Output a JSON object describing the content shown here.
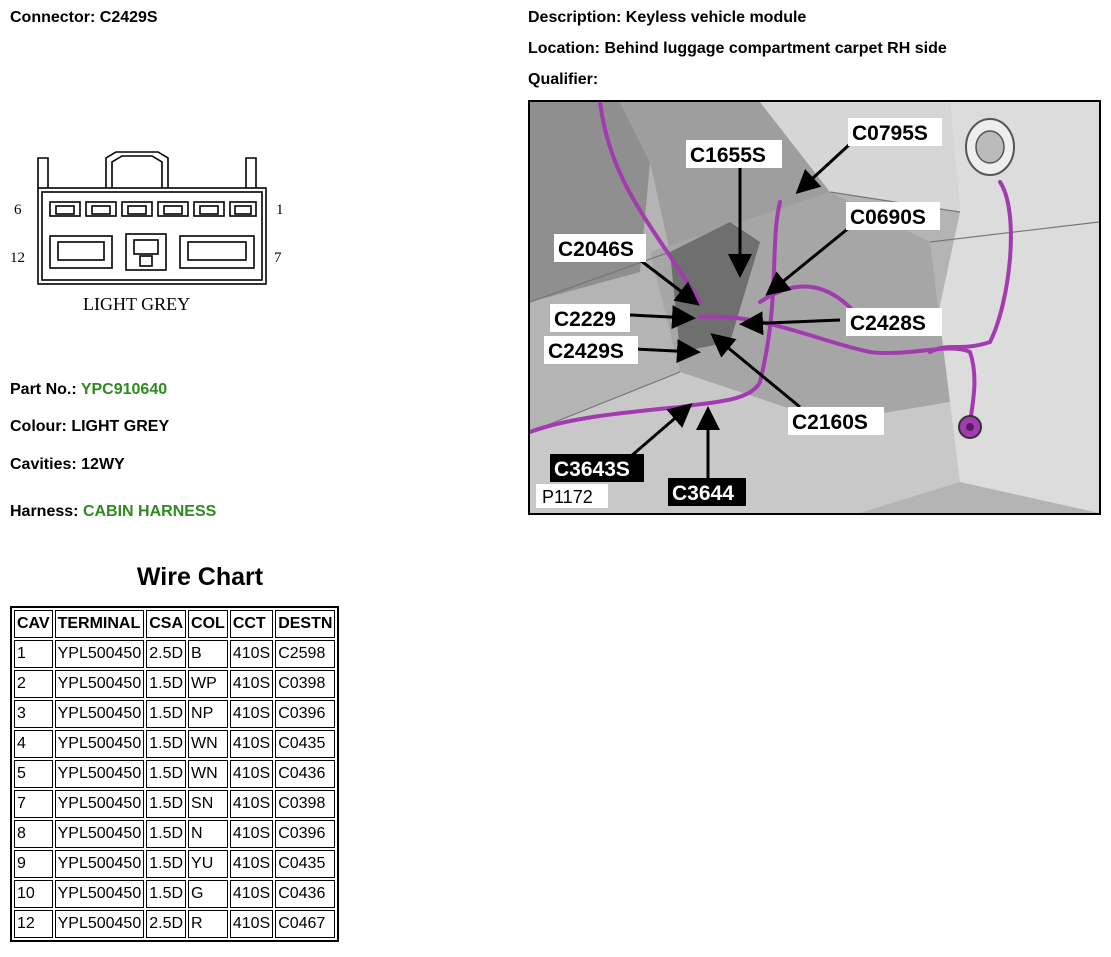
{
  "header": {
    "connector_label": "Connector:",
    "connector_value": "C2429S",
    "description_label": "Description:",
    "description_value": "Keyless vehicle module",
    "location_label": "Location:",
    "location_value": "Behind luggage compartment carpet RH side",
    "qualifier_label": "Qualifier:"
  },
  "connector_view": {
    "pin_top_left": "6",
    "pin_top_right": "1",
    "pin_bottom_left": "12",
    "pin_bottom_right": "7",
    "colour_caption": "LIGHT GREY"
  },
  "details": {
    "part_no_label": "Part No.:",
    "part_no_value": "YPC910640",
    "colour_label": "Colour:",
    "colour_value": "LIGHT GREY",
    "cavities_label": "Cavities:",
    "cavities_value": "12WY",
    "harness_label": "Harness:",
    "harness_value": "CABIN HARNESS"
  },
  "photo": {
    "figure_id": "P1172",
    "callouts": [
      "C0795S",
      "C1655S",
      "C0690S",
      "C2046S",
      "C2229",
      "C2428S",
      "C2429S",
      "C2160S",
      "C3643S",
      "C3644"
    ]
  },
  "wire_chart": {
    "title": "Wire Chart",
    "columns": [
      "CAV",
      "TERMINAL",
      "CSA",
      "COL",
      "CCT",
      "DESTN"
    ],
    "rows": [
      [
        "1",
        "YPL500450",
        "2.5D",
        "B",
        "410S",
        "C2598"
      ],
      [
        "2",
        "YPL500450",
        "1.5D",
        "WP",
        "410S",
        "C0398"
      ],
      [
        "3",
        "YPL500450",
        "1.5D",
        "NP",
        "410S",
        "C0396"
      ],
      [
        "4",
        "YPL500450",
        "1.5D",
        "WN",
        "410S",
        "C0435"
      ],
      [
        "5",
        "YPL500450",
        "1.5D",
        "WN",
        "410S",
        "C0436"
      ],
      [
        "7",
        "YPL500450",
        "1.5D",
        "SN",
        "410S",
        "C0398"
      ],
      [
        "8",
        "YPL500450",
        "1.5D",
        "N",
        "410S",
        "C0396"
      ],
      [
        "9",
        "YPL500450",
        "1.5D",
        "YU",
        "410S",
        "C0435"
      ],
      [
        "10",
        "YPL500450",
        "1.5D",
        "G",
        "410S",
        "C0436"
      ],
      [
        "12",
        "YPL500450",
        "2.5D",
        "R",
        "410S",
        "C0467"
      ]
    ]
  },
  "colors": {
    "link_green": "#2e8b1e",
    "harness_purple": "#a23ab0"
  }
}
